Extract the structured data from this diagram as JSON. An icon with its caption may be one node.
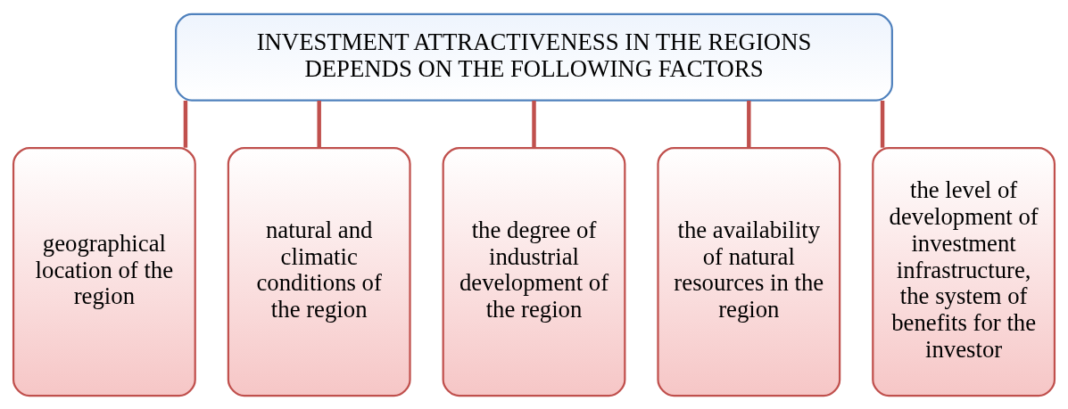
{
  "diagram": {
    "nodes": [
      {
        "text": [
          "INVESTMENT ATTRACTIVENESS IN THE REGIONS DEPENDS ON THE FOLLOWING FACTORS"
        ]
      },
      {
        "text": [
          "geographical location of the region"
        ]
      },
      {
        "text": [
          "natural and climatic conditions of the region"
        ]
      },
      {
        "text": [
          "the degree of industrial development of the region"
        ]
      },
      {
        "text": [
          "the availability of natural resources in the region"
        ]
      },
      {
        "text": [
          "the level of development of investment infrastructure, the system of benefits for the investor"
        ]
      }
    ],
    "edges": [
      {
        "from": 0,
        "to": 1,
        "arrow": "none"
      },
      {
        "from": 0,
        "to": 2,
        "arrow": "none"
      },
      {
        "from": 0,
        "to": 3,
        "arrow": "none"
      },
      {
        "from": 0,
        "to": 4,
        "arrow": "none"
      },
      {
        "from": 0,
        "to": 5,
        "arrow": "none"
      }
    ]
  }
}
